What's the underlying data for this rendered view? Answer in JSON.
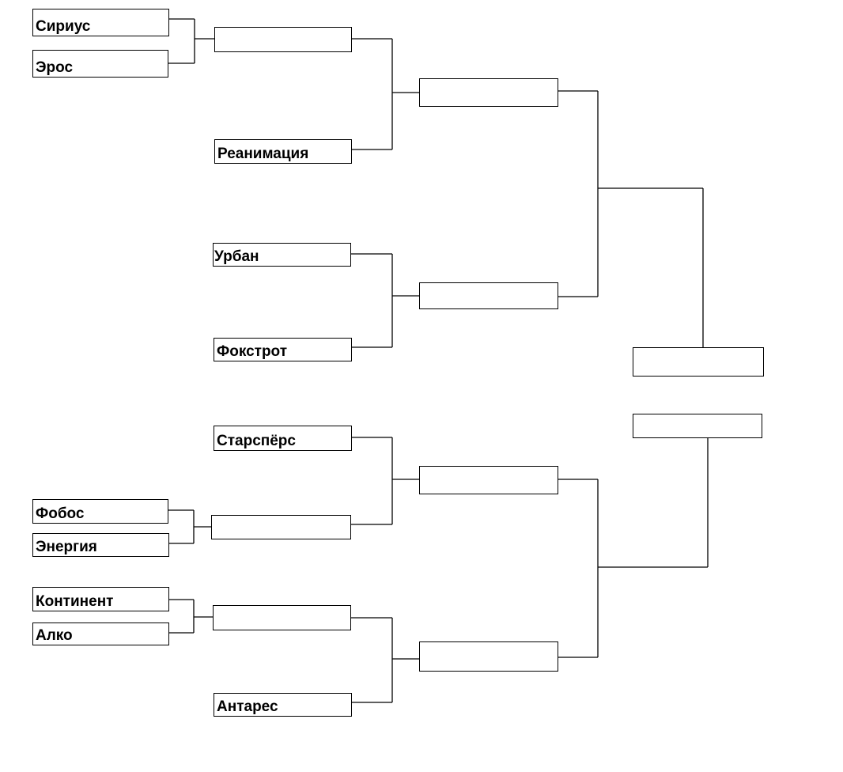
{
  "bracket": {
    "teams": {
      "sirius": "Сириус",
      "eros": "Эрос",
      "reanimaciya": "Реанимация",
      "urban": "Урбан",
      "fokstrot": "Фокстрот",
      "starspers": "Старспёрс",
      "fobos": "Фобос",
      "energiya": "Энергия",
      "kontinent": "Континент",
      "alko": "Алко",
      "antares": "Антарес"
    }
  }
}
